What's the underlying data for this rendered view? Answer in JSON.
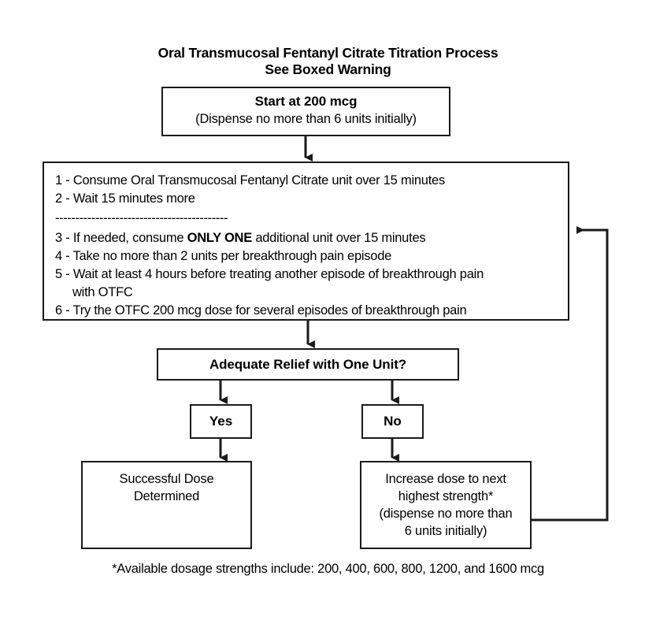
{
  "title": {
    "line1": "Oral Transmucosal Fentanyl Citrate Titration Process",
    "line2": "See Boxed Warning"
  },
  "start_box": {
    "heading": "Start at 200 mcg",
    "subtext": "(Dispense no more than 6 units initially)"
  },
  "instructions": {
    "step1": "1 - Consume Oral Transmucosal Fentanyl Citrate unit over 15 minutes",
    "step2": "2 - Wait 15 minutes more",
    "divider": "-------------------------------------------",
    "step3_pre": "3 - If needed, consume ",
    "step3_bold": "ONLY ONE",
    "step3_post": " additional unit over 15 minutes",
    "step4": "4 - Take no more than 2 units per breakthrough pain episode",
    "step5": "5 - Wait at least 4 hours before treating another episode of breakthrough pain",
    "step5_cont": "with OTFC",
    "step6": "6 - Try the OTFC 200 mcg dose for several episodes of breakthrough pain"
  },
  "decision": {
    "question": "Adequate Relief with One Unit?"
  },
  "branches": {
    "yes": "Yes",
    "no": "No"
  },
  "outcomes": {
    "success_line1": "Successful Dose",
    "success_line2": "Determined",
    "increase_line1": "Increase dose to next",
    "increase_line2": "highest strength*",
    "increase_line3": "(dispense no more than",
    "increase_line4": "6 units initially)"
  },
  "footnote": "*Available dosage strengths include: 200, 400, 600, 800, 1200, and 1600 mcg",
  "colors": {
    "stroke": "#1a1a1a",
    "background": "#ffffff",
    "text": "#000000"
  }
}
